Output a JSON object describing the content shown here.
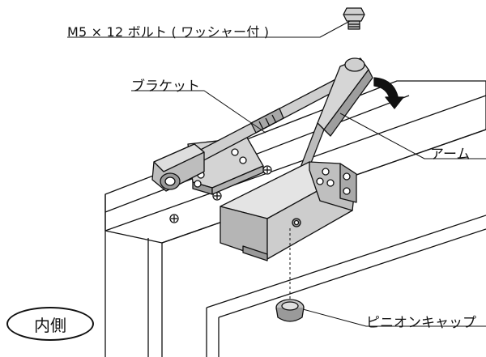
{
  "labels": {
    "bolt": "M5 × 12 ボルト ( ワッシャー付 )",
    "bracket": "ブラケット",
    "arm": "アーム",
    "pinion_cap": "ピニオンキャップ",
    "inside": "内側"
  },
  "colors": {
    "body_fill": "#c9c9c9",
    "body_dark": "#9a9a9a",
    "body_light": "#e6e6e6",
    "line": "#111111",
    "frame_fill": "#ffffff"
  }
}
